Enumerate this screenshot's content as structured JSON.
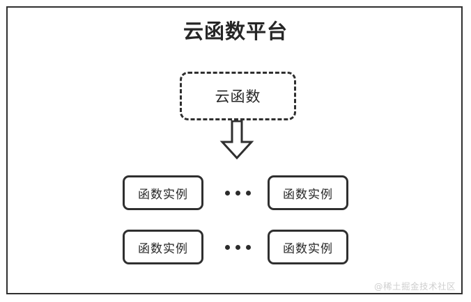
{
  "diagram": {
    "title": "云函数平台",
    "frame": {
      "name": "platform-frame",
      "border_color": "#2f2f2f"
    },
    "function_node": {
      "label": "云函数",
      "style": "dashed",
      "border_color": "#2f2f2f"
    },
    "arrow": {
      "name": "down-arrow-icon",
      "direction": "down",
      "color": "#2f2f2f"
    },
    "rows": [
      {
        "left": {
          "label": "函数实例"
        },
        "ellipsis": "•••",
        "right": {
          "label": "函数实例"
        }
      },
      {
        "left": {
          "label": "函数实例"
        },
        "ellipsis": "•••",
        "right": {
          "label": "函数实例"
        }
      }
    ],
    "watermark": "@稀土掘金技术社区",
    "colors": {
      "stroke": "#2f2f2f",
      "text": "#262626",
      "watermark": "#cfcfcf",
      "background": "#ffffff"
    }
  }
}
